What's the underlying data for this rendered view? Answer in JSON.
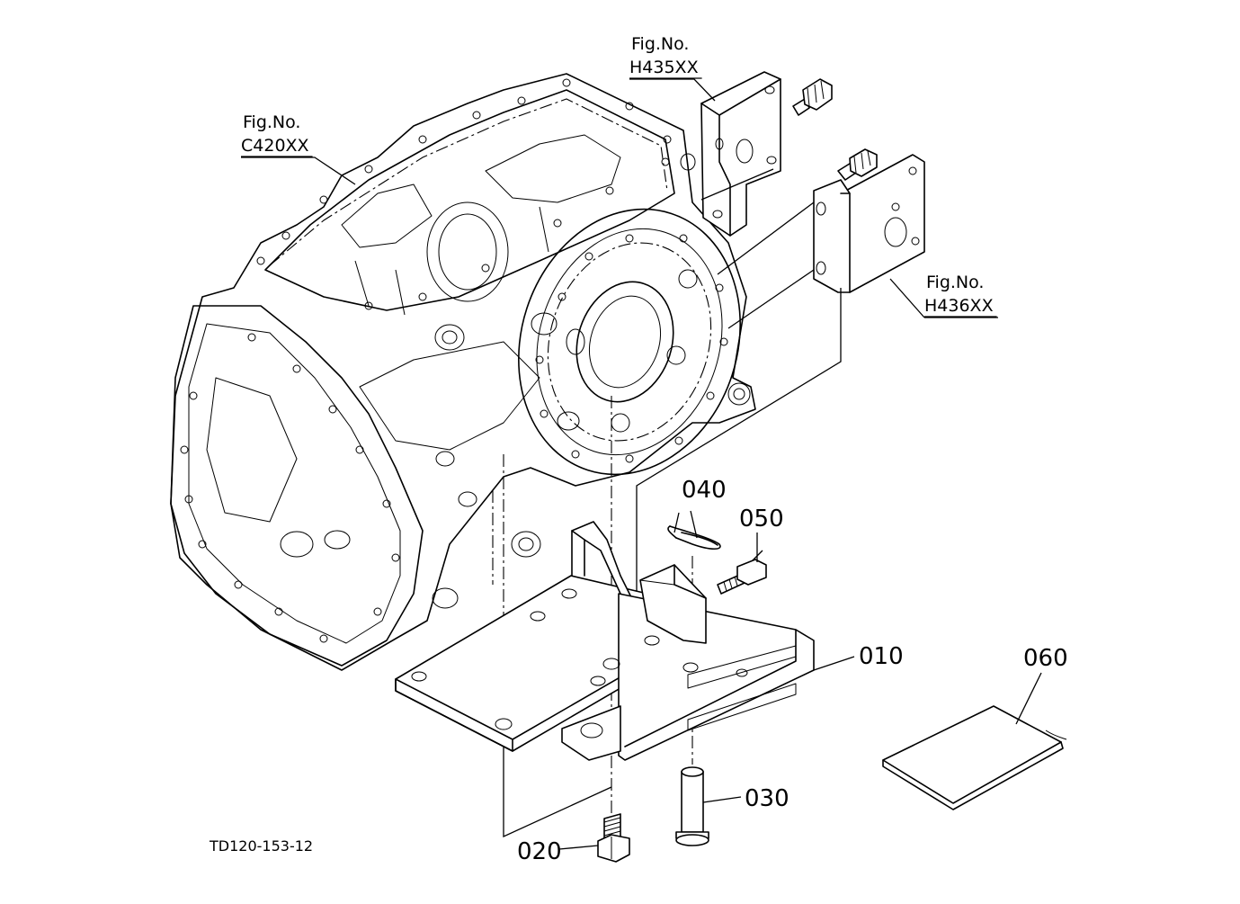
{
  "figure_refs": [
    {
      "line1": "Fig.No.",
      "line2": "H435XX"
    },
    {
      "line1": "Fig.No.",
      "line2": "C420XX"
    },
    {
      "line1": "Fig.No.",
      "line2": "H436XX"
    }
  ],
  "part_labels": [
    "010",
    "020",
    "030",
    "040",
    "050",
    "060"
  ],
  "drawing_code": "TD120-153-12"
}
